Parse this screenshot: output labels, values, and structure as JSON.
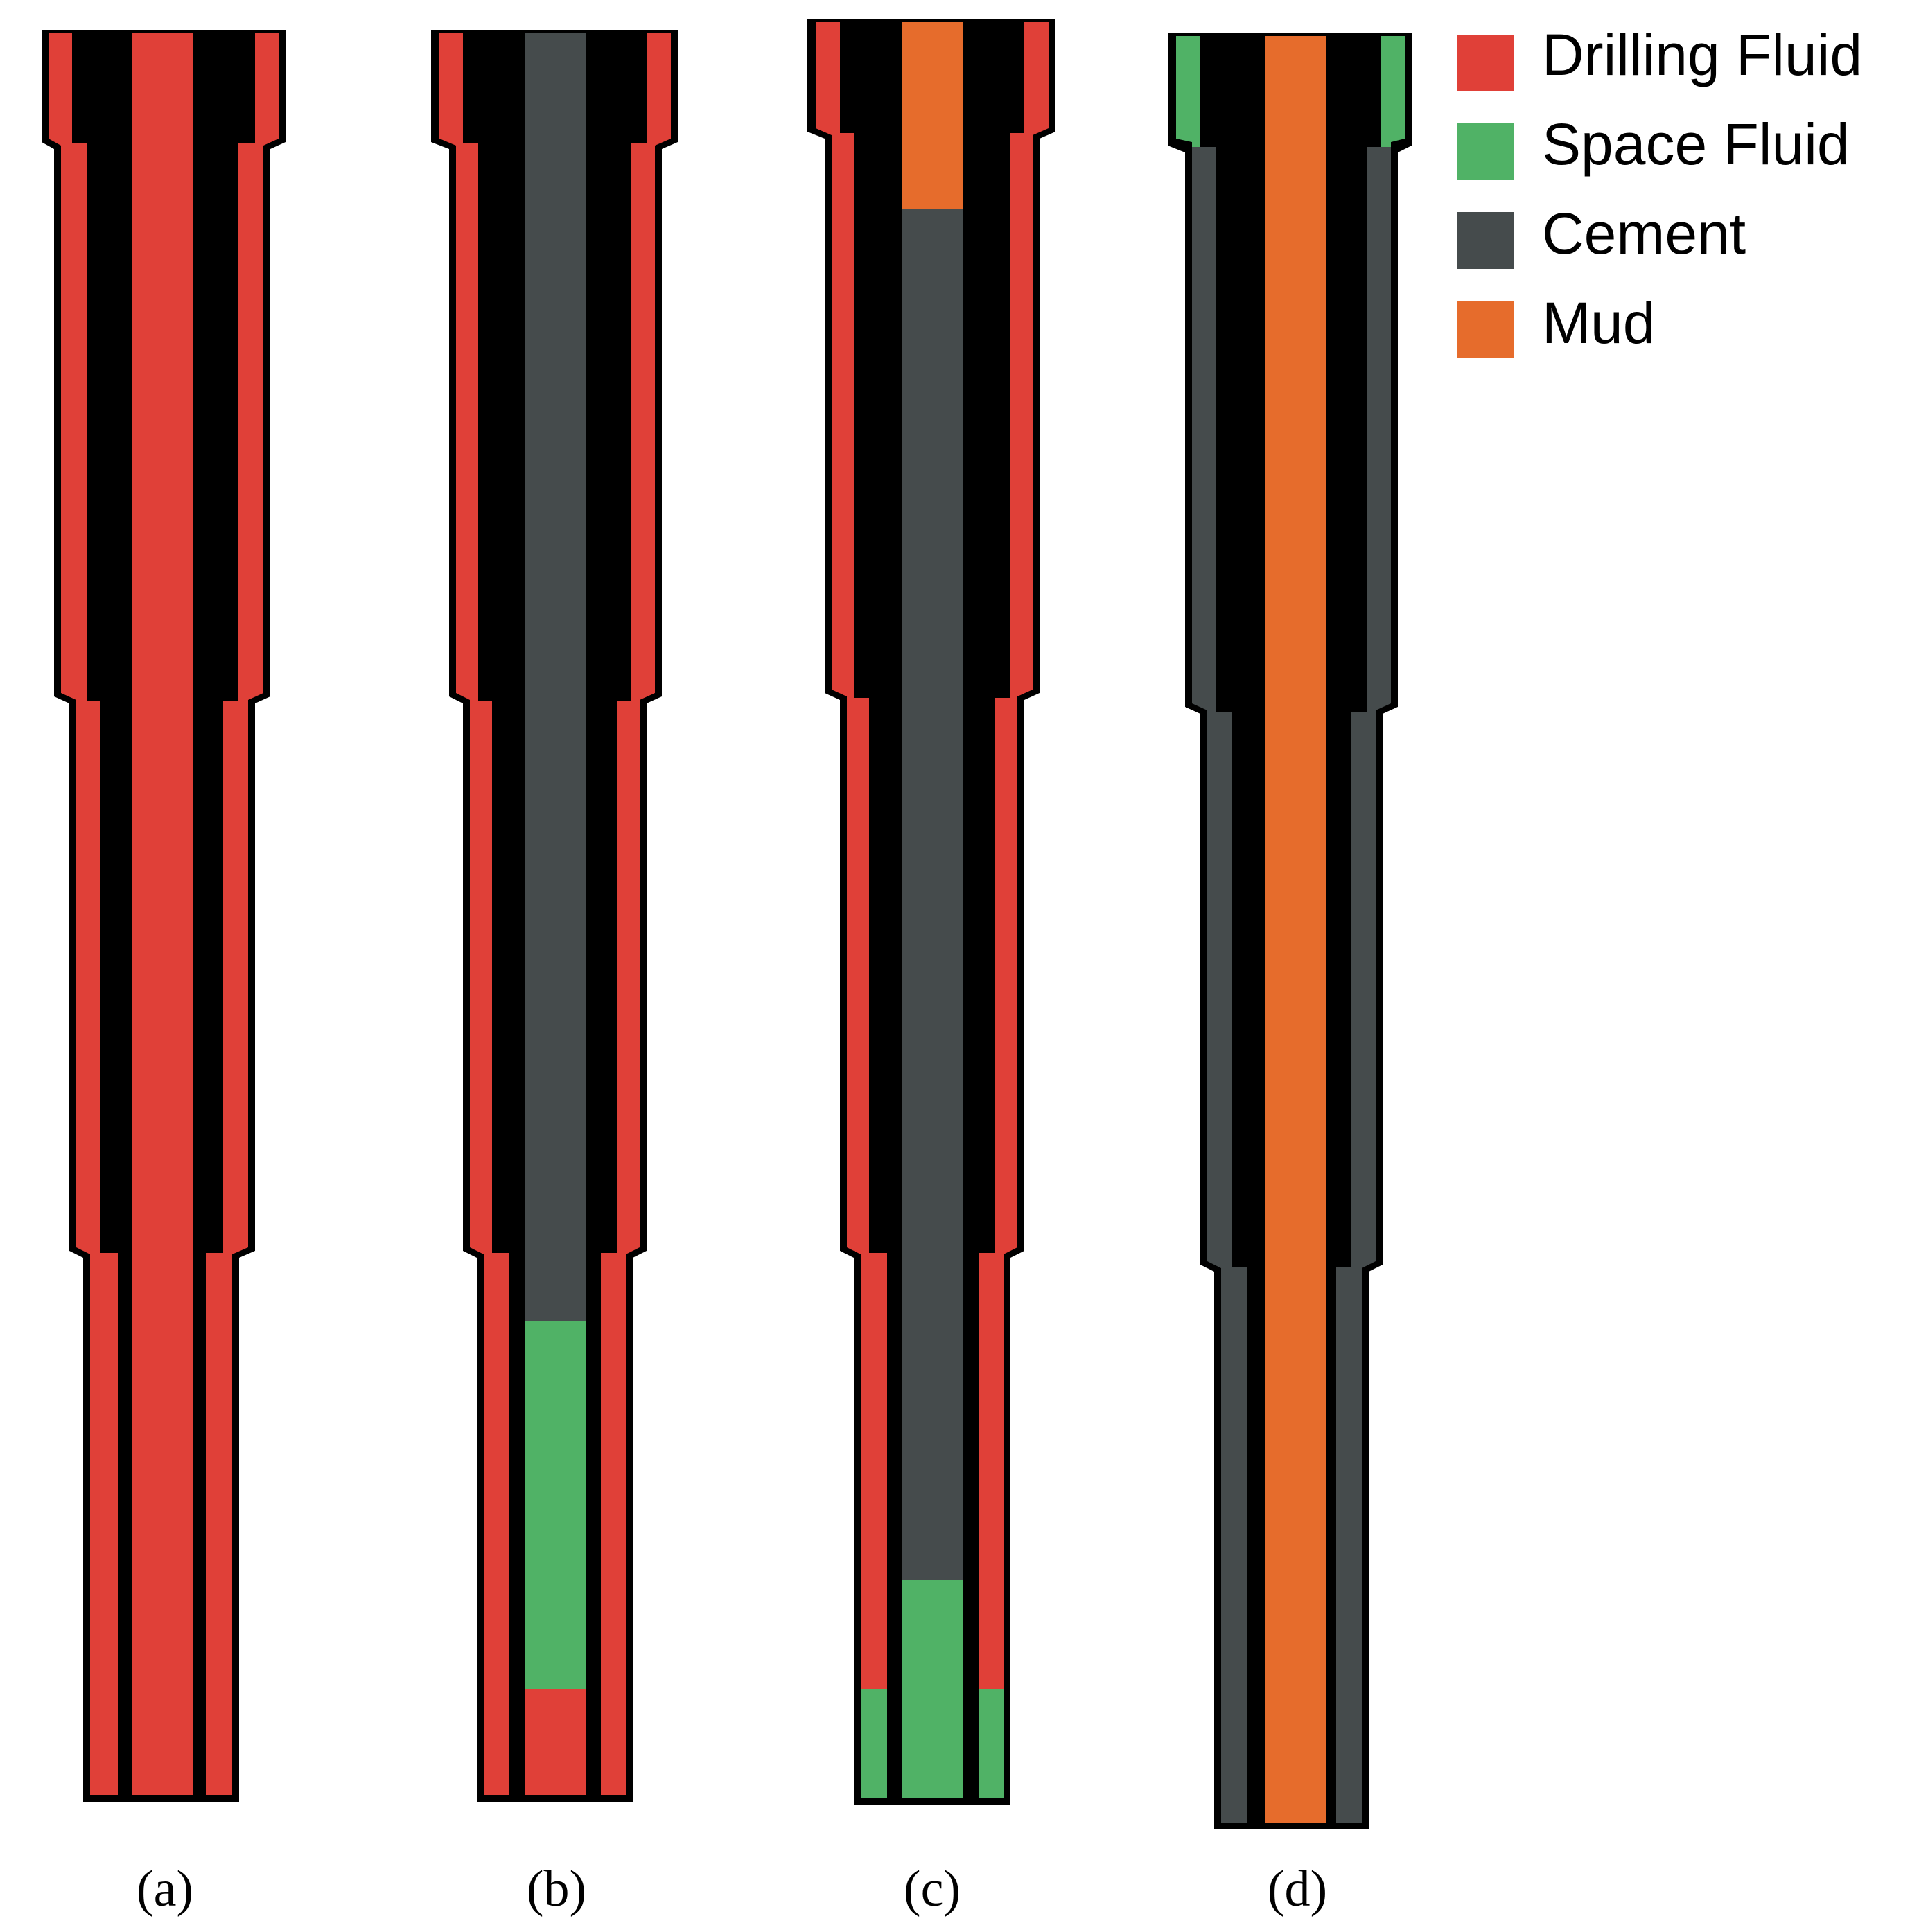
{
  "colors": {
    "drilling_fluid": "#e04038",
    "space_fluid": "#50b266",
    "cement": "#454b4c",
    "mud": "#e66c2c",
    "casing": "#000000"
  },
  "legend": [
    {
      "label": "Drilling Fluid",
      "color": "#e04038",
      "icon": "red-swatch"
    },
    {
      "label": "Space Fluid",
      "color": "#50b266",
      "icon": "green-swatch"
    },
    {
      "label": "Cement",
      "color": "#454b4c",
      "icon": "dark-gray-swatch"
    },
    {
      "label": "Mud",
      "color": "#e66c2c",
      "icon": "orange-swatch"
    }
  ],
  "panels": [
    {
      "label": "(a)",
      "inner_fluid": "Drilling Fluid",
      "annulus_fluid": "Drilling Fluid"
    },
    {
      "label": "(b)",
      "inner_fluid": "Cement over Space Fluid over Drilling Fluid",
      "annulus_fluid": "Drilling Fluid"
    },
    {
      "label": "(c)",
      "inner_fluid": "Mud over Cement over Space Fluid",
      "annulus_fluid": "Drilling Fluid over Space Fluid"
    },
    {
      "label": "(d)",
      "inner_fluid": "Mud",
      "annulus_fluid": "Space Fluid over Cement"
    }
  ]
}
